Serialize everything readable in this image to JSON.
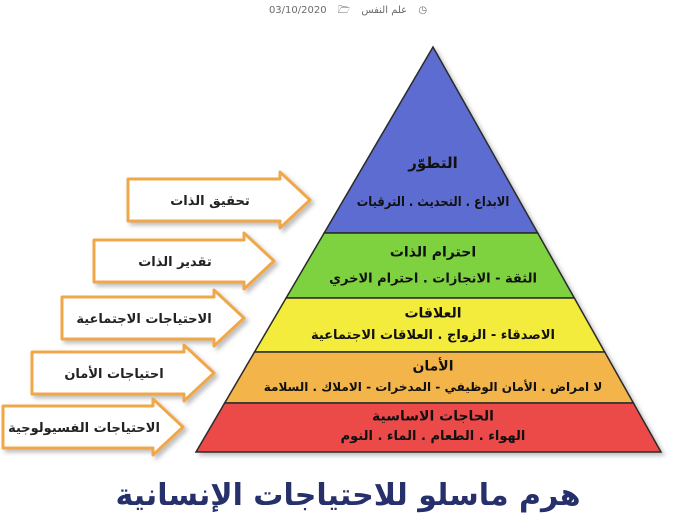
{
  "header": {
    "category": "علم النفس",
    "date": "03/10/2020",
    "folder_icon": "folder-icon",
    "clock_icon": "clock-icon"
  },
  "pyramid": {
    "levels": [
      {
        "title": "التطوّر",
        "subtitle": "الابداع . التحديث . الترقيات",
        "color": "#5b6cd0"
      },
      {
        "title": "احترام الذات",
        "subtitle": "الثقة - الانجازات . احترام الاخري",
        "color": "#7ed23f"
      },
      {
        "title": "العلاقات",
        "subtitle": "الاصدقاء - الزواج . العلاقات الاجتماعية",
        "color": "#f4ec3c"
      },
      {
        "title": "الأمان",
        "subtitle": "لا امراض . الأمان الوظيفي - المدخرات - الاملاك . السلامة",
        "color": "#f3b44a"
      },
      {
        "title": "الحاجات الاساسية",
        "subtitle": "الهواء . الطعام . الماء . النوم",
        "color": "#ec4a4a"
      }
    ]
  },
  "arrows": [
    {
      "label": "تحقيق الذات"
    },
    {
      "label": "تقدير الذات"
    },
    {
      "label": "الاحتياجات الاجتماعية"
    },
    {
      "label": "احتياجات الأمان"
    },
    {
      "label": "الاحتياجات الفسيولوجية"
    }
  ],
  "caption": "هرم ماسلو للاحتياجات الإنسانية"
}
